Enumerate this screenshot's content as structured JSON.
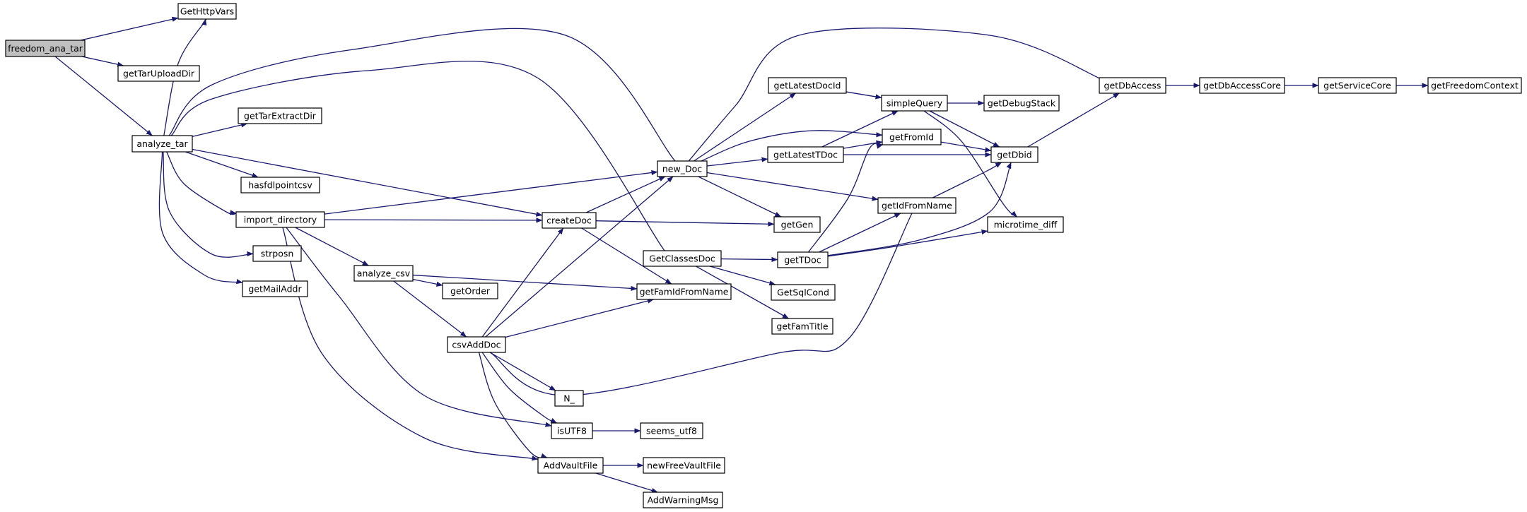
{
  "colors": {
    "edge": "#191970",
    "root_fill": "#bfbfbf",
    "node_fill": "#ffffff"
  },
  "nodes": [
    {
      "id": "freedom_ana_tar",
      "label": "freedom_ana_tar",
      "root": true
    },
    {
      "id": "GetHttpVars",
      "label": "GetHttpVars"
    },
    {
      "id": "getTarUploadDir",
      "label": "getTarUploadDir"
    },
    {
      "id": "analyze_tar",
      "label": "analyze_tar"
    },
    {
      "id": "getTarExtractDir",
      "label": "getTarExtractDir"
    },
    {
      "id": "hasfdlpointcsv",
      "label": "hasfdlpointcsv"
    },
    {
      "id": "import_directory",
      "label": "import_directory"
    },
    {
      "id": "strposn",
      "label": "strposn"
    },
    {
      "id": "getMailAddr",
      "label": "getMailAddr"
    },
    {
      "id": "analyze_csv",
      "label": "analyze_csv"
    },
    {
      "id": "getOrder",
      "label": "getOrder"
    },
    {
      "id": "csvAddDoc",
      "label": "csvAddDoc"
    },
    {
      "id": "N_",
      "label": "N_"
    },
    {
      "id": "isUTF8",
      "label": "isUTF8"
    },
    {
      "id": "AddVaultFile",
      "label": "AddVaultFile"
    },
    {
      "id": "seems_utf8",
      "label": "seems_utf8"
    },
    {
      "id": "newFreeVaultFile",
      "label": "newFreeVaultFile"
    },
    {
      "id": "AddWarningMsg",
      "label": "AddWarningMsg"
    },
    {
      "id": "createDoc",
      "label": "createDoc"
    },
    {
      "id": "new_Doc",
      "label": "new_Doc"
    },
    {
      "id": "GetClassesDoc",
      "label": "GetClassesDoc"
    },
    {
      "id": "getFamIdFromName",
      "label": "getFamIdFromName"
    },
    {
      "id": "getGen",
      "label": "getGen"
    },
    {
      "id": "getLatestDocId",
      "label": "getLatestDocId"
    },
    {
      "id": "getLatestTDoc",
      "label": "getLatestTDoc"
    },
    {
      "id": "getTDoc",
      "label": "getTDoc"
    },
    {
      "id": "GetSqlCond",
      "label": "GetSqlCond"
    },
    {
      "id": "getFamTitle",
      "label": "getFamTitle"
    },
    {
      "id": "simpleQuery",
      "label": "simpleQuery"
    },
    {
      "id": "getFromId",
      "label": "getFromId"
    },
    {
      "id": "getIdFromName",
      "label": "getIdFromName"
    },
    {
      "id": "getDebugStack",
      "label": "getDebugStack"
    },
    {
      "id": "getDbid",
      "label": "getDbid"
    },
    {
      "id": "microtime_diff",
      "label": "microtime_diff"
    },
    {
      "id": "getDbAccess",
      "label": "getDbAccess"
    },
    {
      "id": "getDbAccessCore",
      "label": "getDbAccessCore"
    },
    {
      "id": "getServiceCore",
      "label": "getServiceCore"
    },
    {
      "id": "getFreedomContext",
      "label": "getFreedomContext"
    }
  ],
  "edges": [
    [
      "freedom_ana_tar",
      "GetHttpVars"
    ],
    [
      "freedom_ana_tar",
      "getTarUploadDir"
    ],
    [
      "freedom_ana_tar",
      "analyze_tar"
    ],
    [
      "analyze_tar",
      "GetHttpVars"
    ],
    [
      "analyze_tar",
      "new_Doc"
    ],
    [
      "analyze_tar",
      "GetClassesDoc"
    ],
    [
      "analyze_tar",
      "getTarExtractDir"
    ],
    [
      "analyze_tar",
      "hasfdlpointcsv"
    ],
    [
      "analyze_tar",
      "import_directory"
    ],
    [
      "analyze_tar",
      "strposn"
    ],
    [
      "analyze_tar",
      "getMailAddr"
    ],
    [
      "analyze_tar",
      "createDoc"
    ],
    [
      "import_directory",
      "new_Doc"
    ],
    [
      "import_directory",
      "createDoc"
    ],
    [
      "import_directory",
      "analyze_csv"
    ],
    [
      "import_directory",
      "isUTF8"
    ],
    [
      "import_directory",
      "AddVaultFile"
    ],
    [
      "analyze_csv",
      "getOrder"
    ],
    [
      "analyze_csv",
      "csvAddDoc"
    ],
    [
      "analyze_csv",
      "getFamIdFromName"
    ],
    [
      "csvAddDoc",
      "createDoc"
    ],
    [
      "csvAddDoc",
      "new_Doc"
    ],
    [
      "csvAddDoc",
      "getFamIdFromName"
    ],
    [
      "csvAddDoc",
      "getIdFromName"
    ],
    [
      "csvAddDoc",
      "N_"
    ],
    [
      "csvAddDoc",
      "isUTF8"
    ],
    [
      "csvAddDoc",
      "AddVaultFile"
    ],
    [
      "isUTF8",
      "seems_utf8"
    ],
    [
      "AddVaultFile",
      "newFreeVaultFile"
    ],
    [
      "AddVaultFile",
      "AddWarningMsg"
    ],
    [
      "createDoc",
      "new_Doc"
    ],
    [
      "createDoc",
      "getGen"
    ],
    [
      "createDoc",
      "getFamIdFromName"
    ],
    [
      "new_Doc",
      "getDbAccess"
    ],
    [
      "new_Doc",
      "getLatestDocId"
    ],
    [
      "new_Doc",
      "getFromId"
    ],
    [
      "new_Doc",
      "getLatestTDoc"
    ],
    [
      "new_Doc",
      "getIdFromName"
    ],
    [
      "new_Doc",
      "getGen"
    ],
    [
      "GetClassesDoc",
      "getTDoc"
    ],
    [
      "GetClassesDoc",
      "GetSqlCond"
    ],
    [
      "GetClassesDoc",
      "getFamTitle"
    ],
    [
      "getLatestDocId",
      "simpleQuery"
    ],
    [
      "getLatestTDoc",
      "simpleQuery"
    ],
    [
      "getLatestTDoc",
      "getFromId"
    ],
    [
      "getLatestTDoc",
      "getDbid"
    ],
    [
      "getTDoc",
      "getFromId"
    ],
    [
      "getTDoc",
      "getIdFromName"
    ],
    [
      "getTDoc",
      "getDbid"
    ],
    [
      "getTDoc",
      "microtime_diff"
    ],
    [
      "simpleQuery",
      "getDebugStack"
    ],
    [
      "simpleQuery",
      "getDbid"
    ],
    [
      "simpleQuery",
      "microtime_diff"
    ],
    [
      "getFromId",
      "getDbid"
    ],
    [
      "getIdFromName",
      "getDbid"
    ],
    [
      "getDbid",
      "getDbAccess"
    ],
    [
      "getDbAccess",
      "getDbAccessCore"
    ],
    [
      "getDbAccessCore",
      "getServiceCore"
    ],
    [
      "getServiceCore",
      "getFreedomContext"
    ]
  ]
}
